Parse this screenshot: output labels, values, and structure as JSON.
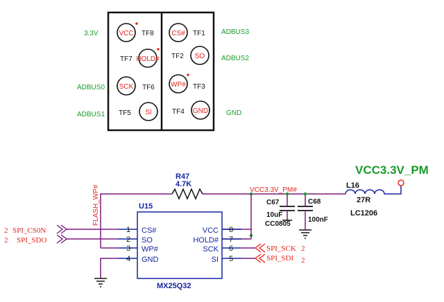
{
  "colors": {
    "green": "#1a9a2a",
    "red": "#e0281e",
    "blue": "#1424a0",
    "purple": "#7a1a7a",
    "black": "#111111"
  },
  "footprint": {
    "pads": {
      "vcc": "VCC",
      "tf8": "TF8",
      "cs": "CS#",
      "tf1": "TF1",
      "tf7": "TF7",
      "hold": "HOLD#",
      "tf2": "TF2",
      "so": "SO",
      "sck": "SCK",
      "tf6": "TF6",
      "wp": "WP#",
      "tf3": "TF3",
      "tf5": "TF5",
      "si": "SI",
      "tf4": "TF4",
      "gnd": "GND"
    },
    "nets": {
      "v33": "3.3V",
      "adbus0": "ADBUS0",
      "adbus1": "ADBUS1",
      "adbus3": "ADBUS3",
      "adbus2": "ADBUS2",
      "gnd": "GND"
    }
  },
  "schematic": {
    "power_label": "VCC3.3V_PM",
    "net_label": "VCC3.3V_PM#",
    "flash_wp": "FLASH_WP#",
    "r47": {
      "ref": "R47",
      "value": "4.7K"
    },
    "l16": {
      "ref": "L16",
      "value": "27R",
      "package": "LC1206"
    },
    "c67": {
      "ref": "C67",
      "value": "10uF",
      "package": "CC0805"
    },
    "c68": {
      "ref": "C68",
      "value": "100nF"
    },
    "u15": {
      "ref": "U15",
      "part": "MX25Q32",
      "left_pins": [
        {
          "num": "1",
          "name": "CS#"
        },
        {
          "num": "2",
          "name": "SO"
        },
        {
          "num": "3",
          "name": "WP#"
        },
        {
          "num": "4",
          "name": "GND"
        }
      ],
      "right_pins": [
        {
          "num": "8",
          "name": "VCC"
        },
        {
          "num": "7",
          "name": "HOLD#"
        },
        {
          "num": "6",
          "name": "SCK"
        },
        {
          "num": "5",
          "name": "SI"
        }
      ]
    },
    "ports": {
      "cs_page": "2",
      "cs_name": "SPI_CS0N",
      "sdo_page": "2",
      "sdo_name": "SPI_SDO",
      "sck_name": "SPI_SCK",
      "sck_page": "2",
      "sdi_name": "SPI_SDI",
      "sdi_page": "2"
    }
  }
}
